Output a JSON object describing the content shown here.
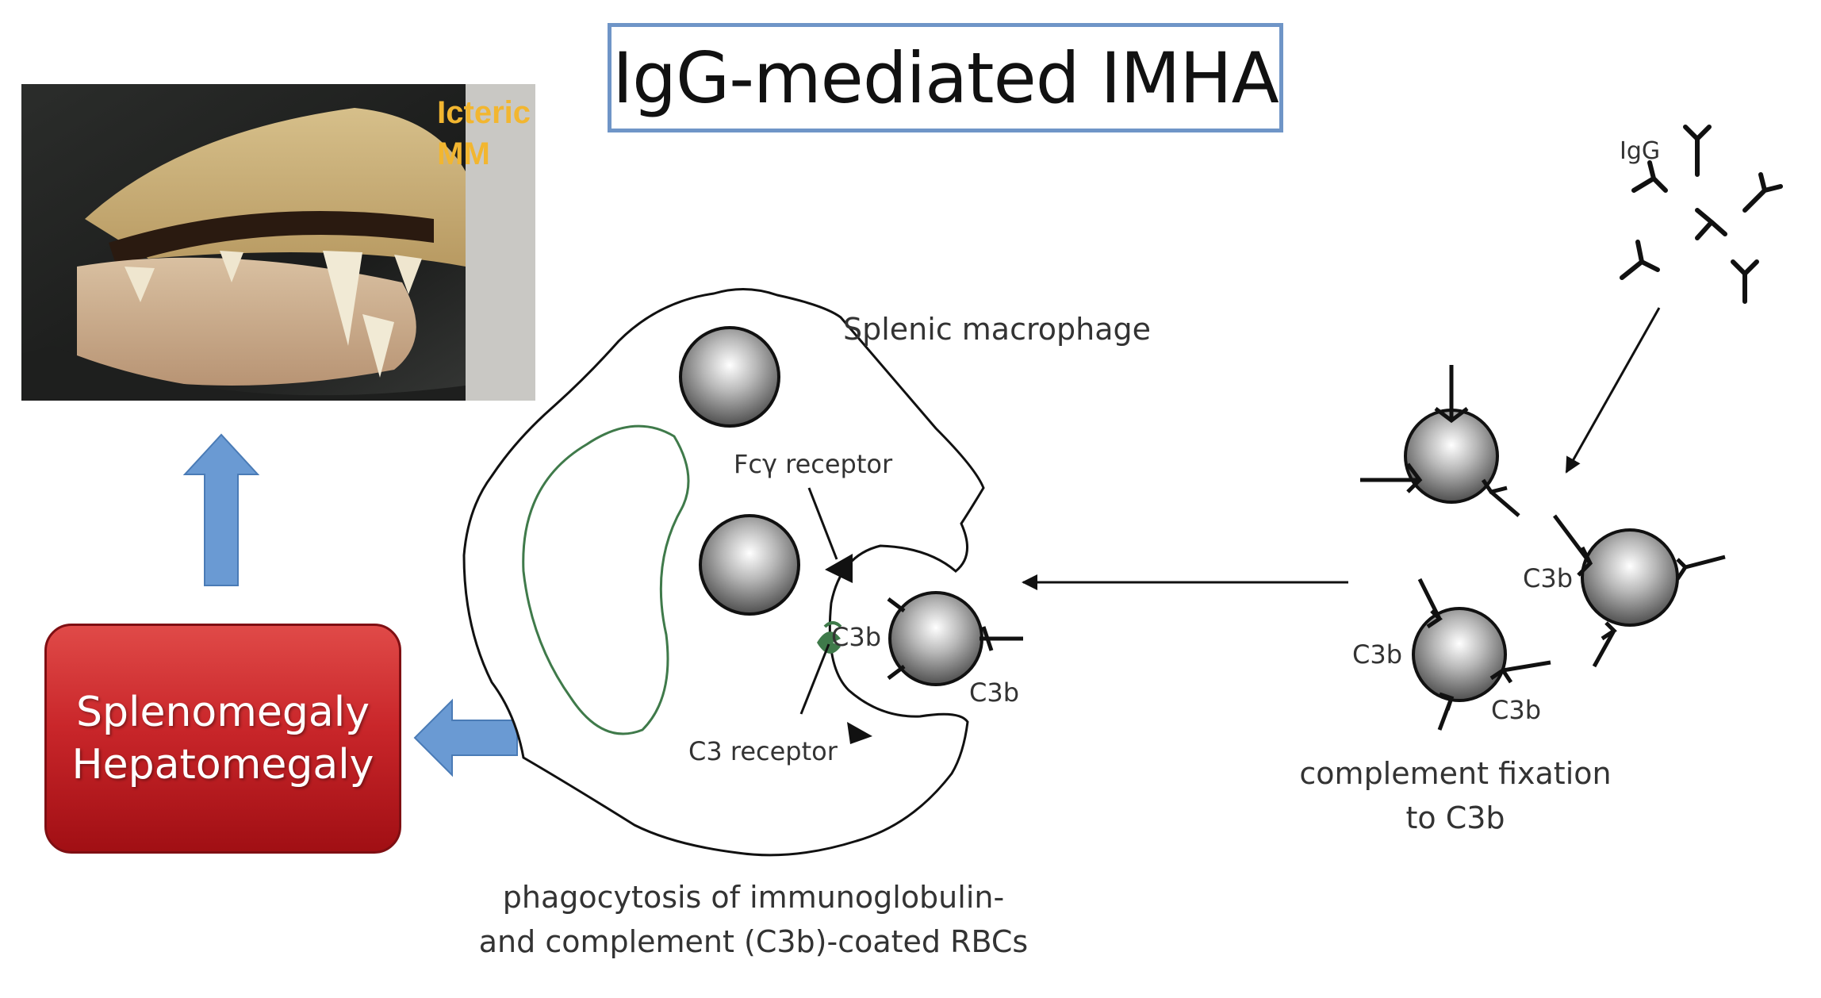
{
  "title": "IgG-mediated IMHA",
  "photo": {
    "label_line1": "Icteric",
    "label_line2": "MM"
  },
  "outcome_box": {
    "line1": "Splenomegaly",
    "line2": "Hepatomegaly"
  },
  "diagram": {
    "macrophage_label": "Splenic macrophage",
    "fc_receptor_label": "Fcγ receptor",
    "c3_receptor_label": "C3 receptor",
    "c3b_label": "C3b",
    "igg_label": "IgG",
    "fixation_caption_line1": "complement fixation",
    "fixation_caption_line2": "to C3b",
    "phagocytosis_caption_line1": "phagocytosis of immunoglobulin-",
    "phagocytosis_caption_line2": "and complement (C3b)-coated RBCs"
  },
  "colors": {
    "title_border": "#6f95c7",
    "arrow_fill": "#6a9ad3",
    "box_red": "#c9262a",
    "label_gold": "#f2b630",
    "nucleus_green": "#3f7a4a"
  }
}
